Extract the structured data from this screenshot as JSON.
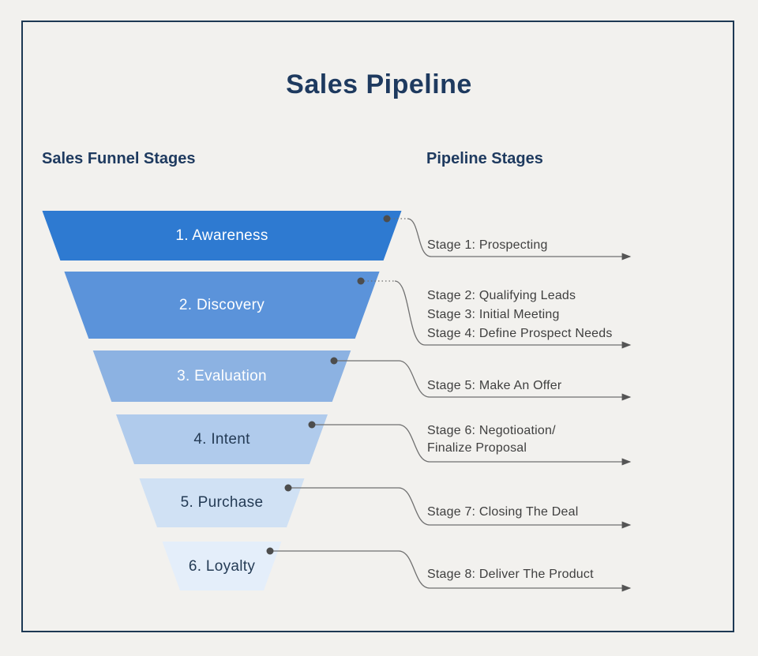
{
  "title": "Sales Pipeline",
  "sections": {
    "left_header": "Sales Funnel Stages",
    "right_header": "Pipeline Stages"
  },
  "funnel": {
    "stages": [
      {
        "label": "1. Awareness",
        "color": "#2e7ad1"
      },
      {
        "label": "2. Discovery",
        "color": "#5b93da"
      },
      {
        "label": "3. Evaluation",
        "color": "#8cb2e2"
      },
      {
        "label": "4. Intent",
        "color": "#b0cbec"
      },
      {
        "label": "5. Purchase",
        "color": "#d0e1f4"
      },
      {
        "label": "6. Loyalty",
        "color": "#e4eefa"
      }
    ]
  },
  "pipeline": {
    "groups": [
      {
        "lines": [
          "Stage 1: Prospecting"
        ]
      },
      {
        "lines": [
          "Stage 2: Qualifying Leads",
          "Stage 3: Initial Meeting",
          "Stage 4: Define Prospect Needs"
        ]
      },
      {
        "lines": [
          "Stage 5: Make An Offer"
        ]
      },
      {
        "lines": [
          "Stage 6: Negotioation/",
          "Finalize Proposal"
        ]
      },
      {
        "lines": [
          "Stage 7: Closing The Deal"
        ]
      },
      {
        "lines": [
          "Stage 8: Deliver The Product"
        ]
      }
    ]
  },
  "colors": {
    "background": "#f2f1ee",
    "frame_border": "#1d3954",
    "heading_text": "#1e3a5f",
    "funnel_text_light": "#ffffff",
    "funnel_text_dark": "#243b55",
    "pipeline_text": "#3f3f3f",
    "connector": "#707070"
  }
}
